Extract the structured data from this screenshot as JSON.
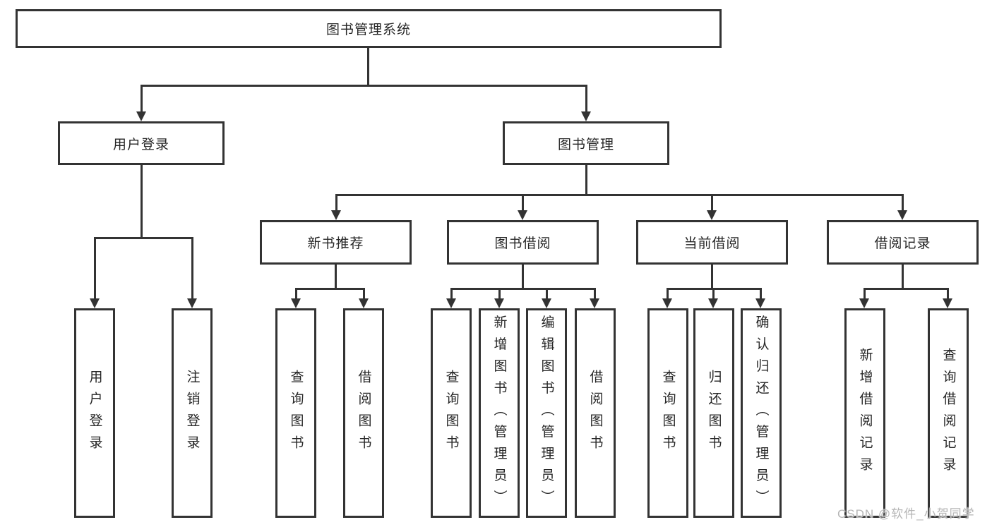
{
  "diagram_type": "hierarchy-tree",
  "colors": {
    "line": "#333333",
    "text": "#262626",
    "box_fill": "#ffffff",
    "background": "#ffffff",
    "watermark": "#b5b5b5"
  },
  "tree": {
    "root": {
      "label": "图书管理系统"
    },
    "level2": [
      {
        "label": "用户登录"
      },
      {
        "label": "图书管理"
      }
    ],
    "modules": [
      {
        "label": "新书推荐"
      },
      {
        "label": "图书借阅"
      },
      {
        "label": "当前借阅"
      },
      {
        "label": "借阅记录"
      }
    ],
    "leaves": {
      "user": [
        "用户登录",
        "注销登录"
      ],
      "newbook": [
        "查询图书",
        "借阅图书"
      ],
      "borrow": [
        "查询图书",
        "新增图书（管理员）",
        "编辑图书（管理员）",
        "借阅图书"
      ],
      "current": [
        "查询图书",
        "归还图书",
        "确认归还（管理员）"
      ],
      "records": [
        "新增借阅记录",
        "查询借阅记录"
      ]
    }
  },
  "watermark": {
    "text": "CSDN @软件_小贺同学"
  }
}
